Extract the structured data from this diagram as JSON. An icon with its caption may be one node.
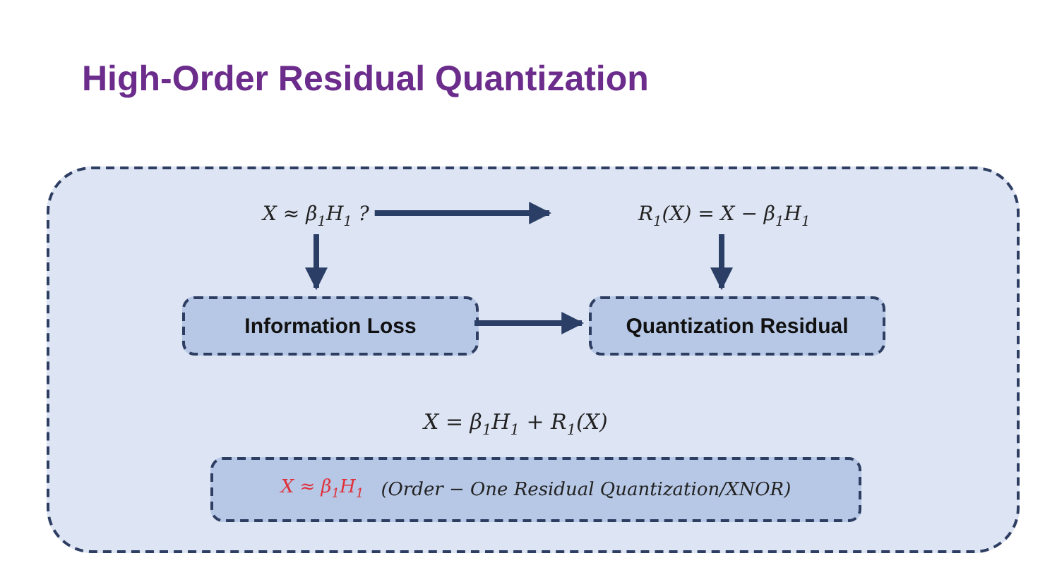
{
  "diagram": {
    "title": "High-Order Residual Quantization",
    "nodes": [
      {
        "text": [],
        "shape": "box"
      },
      {
        "text": [
          "X ≈ β$_{1}$H$_{1}$   ?"
        ],
        "in": 0
      },
      {
        "text": [
          "R$_{1}$(X) = X − β$_{1}$H$_{1}$"
        ],
        "in": 0
      },
      {
        "text": [
          "Information Loss"
        ],
        "in": 0
      },
      {
        "text": [
          "Quantization Residual"
        ],
        "in": 0
      },
      {
        "text": [
          "X ≈ β$_{1}$H$_{1}$",
          "(Order − One Residual Quantization/XNOR)"
        ],
        "in": 0
      }
    ],
    "edges": [
      {
        "from": 1,
        "to": 2,
        "arrow": "to"
      },
      {
        "from": 1,
        "to": 3,
        "arrow": "to"
      },
      {
        "from": 2,
        "to": 4,
        "arrow": "to"
      },
      {
        "from": 3,
        "to": 4,
        "arrow": "to"
      }
    ],
    "labels": [
      "X = β$_{1}$H$_{1}$ + R$_{1}$(X)"
    ]
  }
}
